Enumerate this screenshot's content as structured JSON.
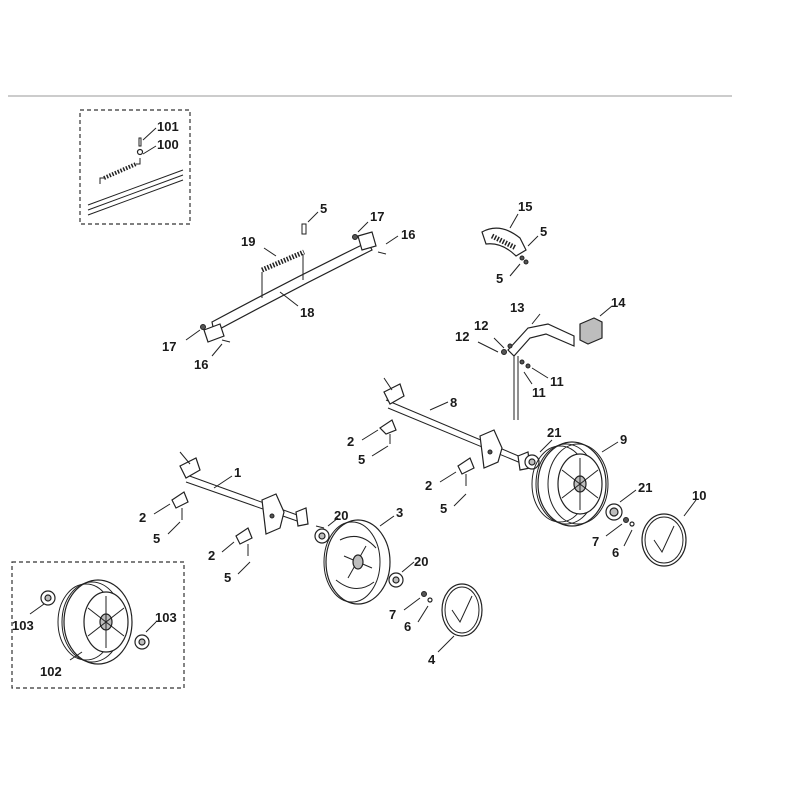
{
  "callouts": {
    "c101": "101",
    "c100": "100",
    "c5a": "5",
    "c17a": "17",
    "c16a": "16",
    "c19": "19",
    "c18": "18",
    "c17b": "17",
    "c16b": "16",
    "c15": "15",
    "c5b": "5",
    "c5c": "5",
    "c13": "13",
    "c14": "14",
    "c12a": "12",
    "c12b": "12",
    "c11a": "11",
    "c11b": "11",
    "c8": "8",
    "c2a": "2",
    "c5d": "5",
    "c21a": "21",
    "c9": "9",
    "c2b": "2",
    "c5e": "5",
    "c1": "1",
    "c2c": "2",
    "c5f": "5",
    "c20a": "20",
    "c3": "3",
    "c2d": "2",
    "c5g": "5",
    "c20b": "20",
    "c7a": "7",
    "c6a": "6",
    "c4": "4",
    "c21b": "21",
    "c10": "10",
    "c7b": "7",
    "c6b": "6",
    "c103a": "103",
    "c103b": "103",
    "c102": "102"
  }
}
